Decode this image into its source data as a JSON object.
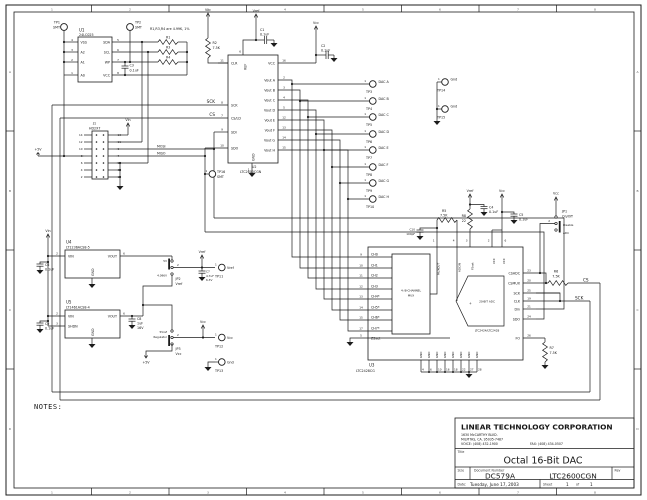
{
  "border": {
    "cols": [
      "1",
      "2",
      "3",
      "4",
      "5",
      "6",
      "7",
      "8"
    ],
    "rows": [
      "A",
      "B",
      "C",
      "D"
    ]
  },
  "nets": {
    "vcc": "Vcc",
    "vref": "Vref",
    "vin": "Vin",
    "p5v": "+5V",
    "sck": "SCK",
    "cs": "CS",
    "mosi": "MOSI",
    "miso": "MISO",
    "gnd": "Gnd"
  },
  "pin1": "1",
  "tp1": {
    "ref": "TP1",
    "sub": "SMT"
  },
  "tp2": {
    "ref": "TP2",
    "sub": "SMT"
  },
  "tp16": {
    "ref": "TP16",
    "sub": "SMT"
  },
  "u1": {
    "ref": "U1",
    "part": "24LC025",
    "note": "R1,R3,R4 are 4.99K, 1%",
    "left": [
      {
        "n": "4",
        "l": "VSS"
      },
      {
        "n": "3",
        "l": "A2"
      },
      {
        "n": "2",
        "l": "A1"
      },
      {
        "n": "1",
        "l": "A0"
      }
    ],
    "right": [
      {
        "n": "5",
        "l": "SDA"
      },
      {
        "n": "6",
        "l": "SCL"
      },
      {
        "n": "7",
        "l": "WP"
      },
      {
        "n": "8",
        "l": "VCC"
      }
    ]
  },
  "r1": "R1",
  "r3": "R3",
  "r4": "R4",
  "r2": {
    "r": "R2",
    "v": "7.5K"
  },
  "r5": {
    "r": "R5",
    "v": "7.5K"
  },
  "r6": {
    "r": "R6",
    "v": "7.5K"
  },
  "r7": {
    "r": "R7",
    "v": "7.5K"
  },
  "r8": {
    "r": "R8",
    "v": "22"
  },
  "c1": {
    "r": "C1",
    "v": "0.1uF"
  },
  "c2": {
    "r": "C2",
    "v": "0.1uF"
  },
  "c3": {
    "r": "C3",
    "v": "0.1uF"
  },
  "c4": {
    "r": "C4",
    "v": "0.1uF"
  },
  "c5": {
    "r": "C5",
    "v": "0.1uF"
  },
  "c6": {
    "r": "C6",
    "v": "0.1uF"
  },
  "c7": {
    "r": "C7",
    "v": "4.7uF",
    "v2": "6.3V"
  },
  "c8": {
    "r": "C8",
    "v": "1uF",
    "v2": "16V"
  },
  "c9": {
    "r": "C9",
    "v": "0.1uF"
  },
  "c10": {
    "r": "C10",
    "v": "100pF"
  },
  "u2": {
    "ref": "U2",
    "part": "LTC2600CGN",
    "clr": "CLR",
    "sck": "SCK",
    "csld": "CS/LD",
    "sdi": "SDI",
    "sdo": "SDO",
    "refp": "REF",
    "vcc": "VCC",
    "gnd": "GND",
    "n": {
      "clr": "11",
      "sck": "8",
      "csld": "7",
      "sdi": "9",
      "sdo": "10",
      "vcc": "16",
      "refp": "6",
      "gnd": "1"
    },
    "vouts": [
      {
        "n": "2",
        "l": "Vout A"
      },
      {
        "n": "3",
        "l": "Vout B"
      },
      {
        "n": "4",
        "l": "Vout C"
      },
      {
        "n": "5",
        "l": "Vout D"
      },
      {
        "n": "12",
        "l": "Vout E"
      },
      {
        "n": "13",
        "l": "Vout F"
      },
      {
        "n": "14",
        "l": "Vout G"
      },
      {
        "n": "15",
        "l": "Vout H"
      }
    ]
  },
  "dacs": [
    {
      "l": "DAC A",
      "tp": "TP3"
    },
    {
      "l": "DAC B",
      "tp": "TP4"
    },
    {
      "l": "DAC C",
      "tp": "TP5"
    },
    {
      "l": "DAC D",
      "tp": "TP6"
    },
    {
      "l": "DAC E",
      "tp": "TP7"
    },
    {
      "l": "DAC F",
      "tp": "TP8"
    },
    {
      "l": "DAC G",
      "tp": "TP9"
    },
    {
      "l": "DAC H",
      "tp": "TP10"
    }
  ],
  "tp11": {
    "tp": "TP11"
  },
  "tp12": {
    "tp": "TP12"
  },
  "tp13": {
    "tp": "TP13"
  },
  "tp14": {
    "tp": "TP14"
  },
  "tp15": {
    "tp": "TP15"
  },
  "j1": {
    "ref": "J1",
    "part": "HD2X7",
    "ln": [
      "14",
      "12",
      "10",
      "8",
      "6",
      "4",
      "2"
    ],
    "rn": [
      "13",
      "11",
      "9",
      "7",
      "5",
      "3",
      "1"
    ]
  },
  "u4": {
    "ref": "U4",
    "part": "LT1236ACS8-5",
    "vin": "VIN",
    "vout": "VOUT",
    "gnd": "GND",
    "nvin": "2",
    "nvout": "6"
  },
  "u5": {
    "ref": "U5",
    "part": "LT1461ACS8-4",
    "vin": "VIN",
    "shdn": "SHDN",
    "vout": "VOUT",
    "gnd": "GND",
    "nvin": "2",
    "nshdn": "3",
    "nvout": "6"
  },
  "jp1": {
    "ref": "JP1",
    "name": "On/Off",
    "o1": "Disable",
    "o2": "ADC",
    "p2": "2"
  },
  "jp2": {
    "ref": "JP2",
    "name": "Vref",
    "o1": "5V",
    "o2": "4.096V",
    "p2": "2"
  },
  "jp3": {
    "ref": "JP3",
    "name": "Vcc",
    "o1": "5Vref",
    "o1b": "Regulator",
    "o2": "+5V",
    "p2": "2"
  },
  "u3": {
    "ref": "U3",
    "part": "LTC2428CG",
    "mux1": "4-/8-CHANNEL",
    "mux2": "MUX",
    "adc": "20-BIT ADC",
    "adcp": "LTC2424/LTC2428",
    "plus": "+",
    "zs": "ZSset",
    "nzs": "5",
    "gnd": "GND",
    "chs": [
      {
        "n": "9",
        "l": "CH0"
      },
      {
        "n": "10",
        "l": "CH1"
      },
      {
        "n": "11",
        "l": "CH2"
      },
      {
        "n": "12",
        "l": "CH3"
      },
      {
        "n": "13",
        "l": "CH4*"
      },
      {
        "n": "14",
        "l": "CH5*"
      },
      {
        "n": "15",
        "l": "CH6*"
      },
      {
        "n": "17",
        "l": "CH7*"
      }
    ],
    "right": [
      {
        "n": "23",
        "l": "CSADC"
      },
      {
        "n": "20",
        "l": "CSMUX"
      },
      {
        "n": "25",
        "l": "SCK"
      },
      {
        "n": "19",
        "l": "CLK"
      },
      {
        "n": "21",
        "l": "Din"
      },
      {
        "n": "24",
        "l": "SDO"
      },
      {
        "n": "26",
        "l": "FO"
      }
    ],
    "gnds": [
      "4",
      "6",
      "10",
      "16",
      "18",
      "22",
      "27",
      "28"
    ],
    "top": {
      "muxout": "MUXOUT",
      "adcin": "ADCIN",
      "fsset": "FSset",
      "vcc": "VCC",
      "nmux": "1",
      "nadc": "4",
      "nfs": "3",
      "nv1": "2",
      "nv2": "6"
    }
  },
  "notes": "NOTES:",
  "tb": {
    "company": "LINEAR TECHNOLOGY CORPORATION",
    "addr1": "1630 McCARTHY BLVD.",
    "addr2": "MILPITAS, CA. 95035-7487",
    "voice": "VOICE: (408) 432-1900",
    "fax": "FAX: (408) 434-0507",
    "title_label": "Title",
    "title": "Octal 16-Bit DAC",
    "size_label": "Size",
    "doc_label": "Document Number",
    "rev_label": "Rev",
    "doc1": "DC579A",
    "doc2": "LTC2600CGN",
    "date_label": "Date:",
    "date": "Tuesday, June 17, 2003",
    "sheet_label": "Sheet",
    "s1": "1",
    "of": "of",
    "s2": "1"
  }
}
